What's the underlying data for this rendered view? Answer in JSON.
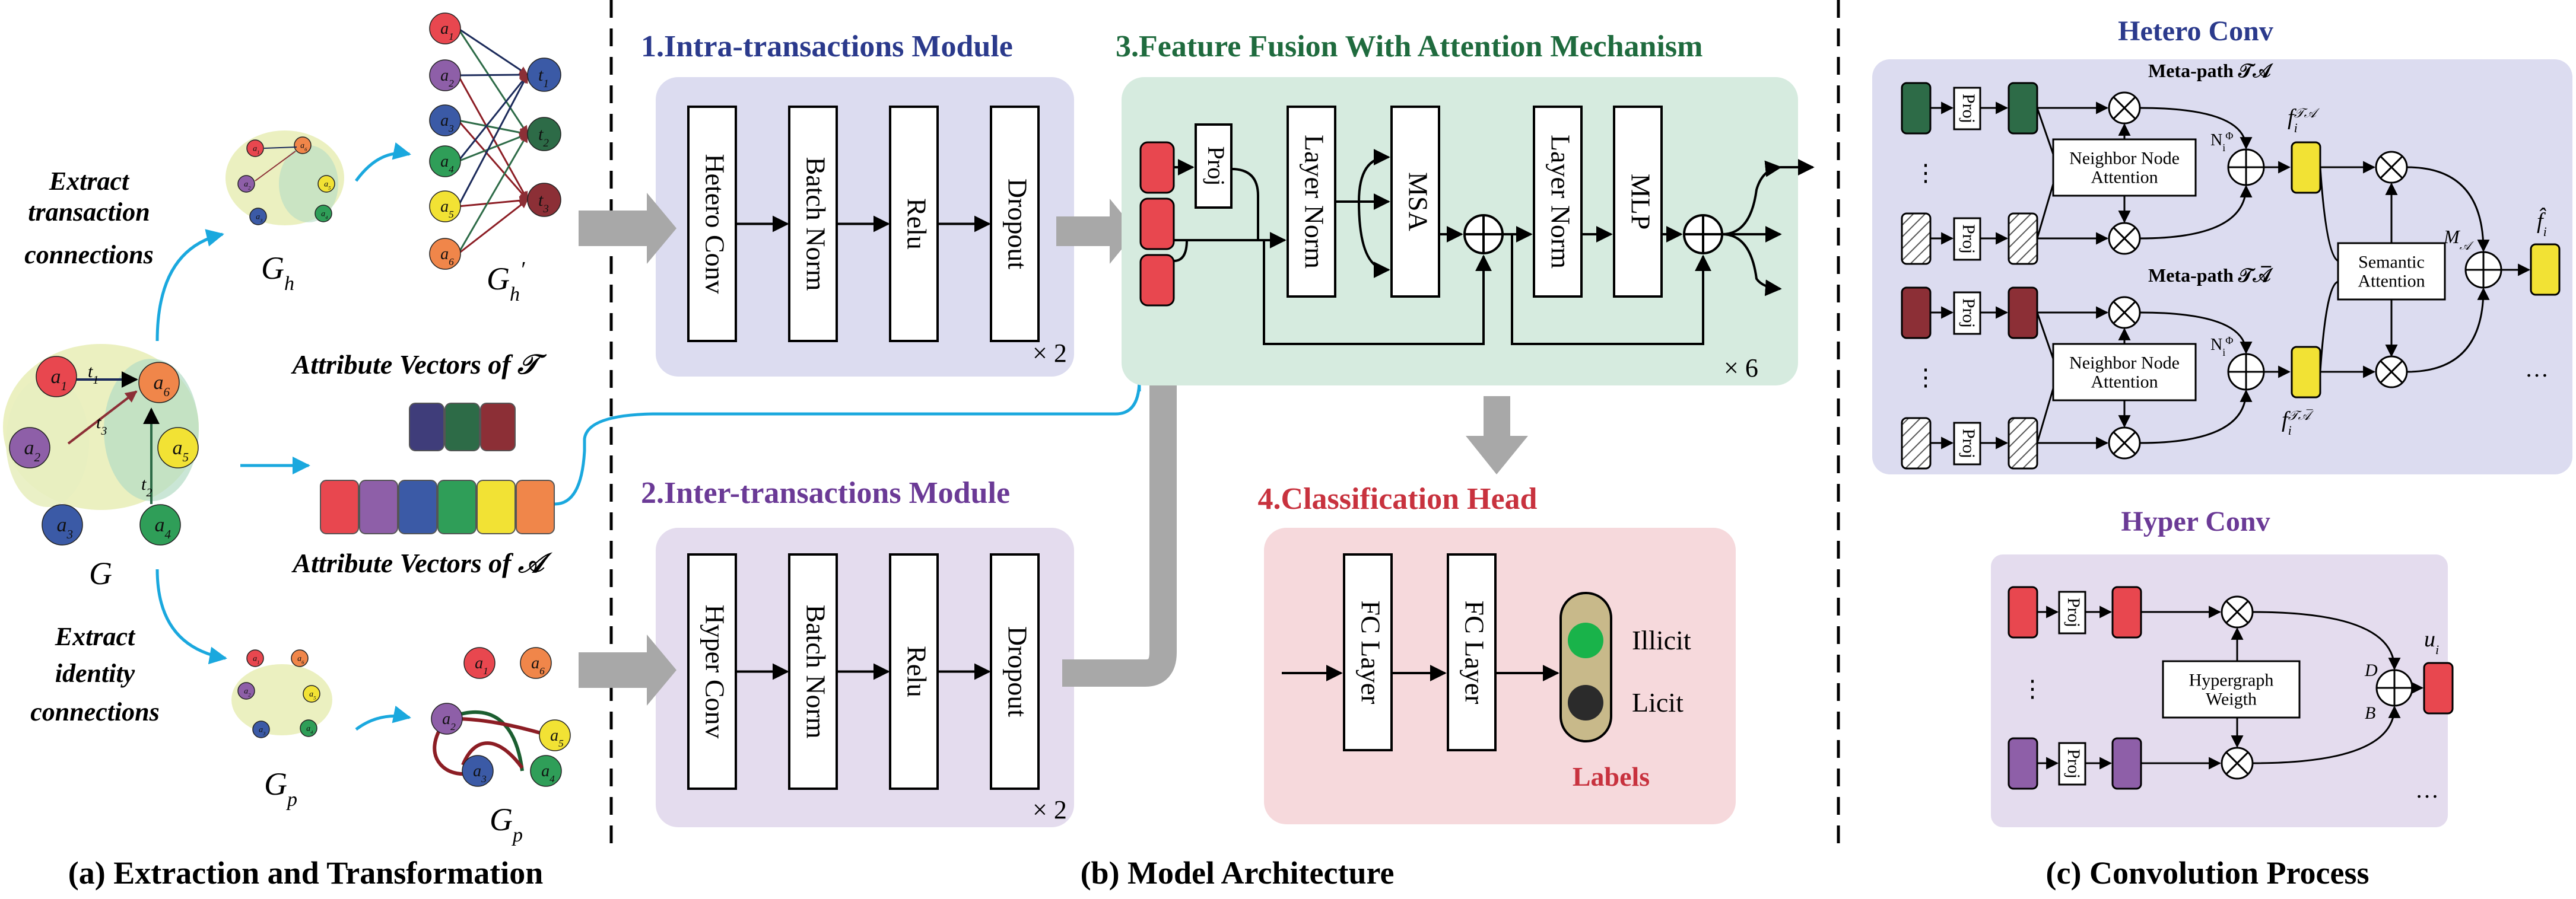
{
  "colors": {
    "red": "#e8474f",
    "purple": "#8e5fa8",
    "blue": "#3b5aa6",
    "green": "#2f9e58",
    "yellow": "#f2e234",
    "orange": "#f0864a",
    "darkgreen": "#2d6b47",
    "darkred": "#8c2f36",
    "navy": "#3f3d7a",
    "arrowgray": "#a8a8a8",
    "cyan": "#1aa8de",
    "panel_blue": "#dcdcf0",
    "panel_green": "#d6ebdf",
    "panel_pink": "#f6d9dc",
    "panel_lav": "#e4dcee",
    "title_blue": "#2b3a8c",
    "title_green": "#1f6b3e",
    "title_purple": "#6b3a96",
    "title_red": "#c8323e"
  },
  "panel_a": {
    "caption": "(a) Extraction and Transformation",
    "extract_transaction": [
      "Extract",
      "transaction",
      "connections"
    ],
    "extract_identity": [
      "Extract",
      "identity",
      "connections"
    ],
    "graph_g": "G",
    "graph_gh": "G",
    "graph_gh_sub": "h",
    "graph_gh2": "G",
    "graph_gh2_sub": "h",
    "graph_gh2_prime": "′",
    "graph_gp": "G",
    "graph_gp_sub": "p",
    "graph_gp2": "G",
    "graph_gp2_sub": "p",
    "attr_t": "Attribute Vectors of 𝒯",
    "attr_a": "Attribute Vectors of 𝒜",
    "nodes": [
      "a1",
      "a2",
      "a3",
      "a4",
      "a5",
      "a6"
    ],
    "node_letter": "a",
    "node_subs": [
      "1",
      "2",
      "3",
      "4",
      "5",
      "6"
    ],
    "trans_letter": "t",
    "trans_subs": [
      "1",
      "2",
      "3"
    ],
    "trans_icons": [
      "t1",
      "t2",
      "t3"
    ]
  },
  "panel_b": {
    "caption": "(b) Model Architecture",
    "intra_title": "1.Intra-transactions Module",
    "inter_title": "2.Inter-transactions Module",
    "fusion_title": "3.Feature Fusion With Attention Mechanism",
    "cls_title": "4.Classification Head",
    "intra_blocks": [
      "Hetero Conv",
      "Batch Norm",
      "Relu",
      "Dropout"
    ],
    "inter_blocks": [
      "Hyper Conv",
      "Batch Norm",
      "Relu",
      "Dropout"
    ],
    "repeat_2": "× 2",
    "repeat_6": "× 6",
    "proj": "Proj",
    "layer_norm": "Layer Norm",
    "msa": "MSA",
    "mlp": "MLP",
    "fc_layer": "FC Layer",
    "illicit": "Illicit",
    "licit": "Licit",
    "labels": "Labels"
  },
  "panel_c": {
    "caption": "(c) Convolution  Process",
    "hetero_title": "Hetero Conv",
    "hyper_title": "Hyper Conv",
    "proj": "Proj",
    "meta_path_1": "Meta-path 𝒯𝒜",
    "meta_path_2": "Meta-path 𝒯𝒜̅",
    "neighbor_attention": [
      "Neighbor Node",
      "Attention"
    ],
    "semantic_attention": [
      "Semantic",
      "Attention"
    ],
    "hypergraph_weight": [
      "Hypergraph",
      "Weigth"
    ],
    "n_phi": "N",
    "phi": "Φ",
    "i_sub": "i",
    "f_letter": "f",
    "f_sup_1": "𝒯𝒜",
    "f_sup_2": "𝒯𝒜̅",
    "m_letter": "M",
    "m_sub": "𝒜",
    "f_hat": "f̂",
    "u_letter": "u",
    "d_label": "D",
    "b_label": "B",
    "ellipsis": "…",
    "vdots": "⋮"
  }
}
